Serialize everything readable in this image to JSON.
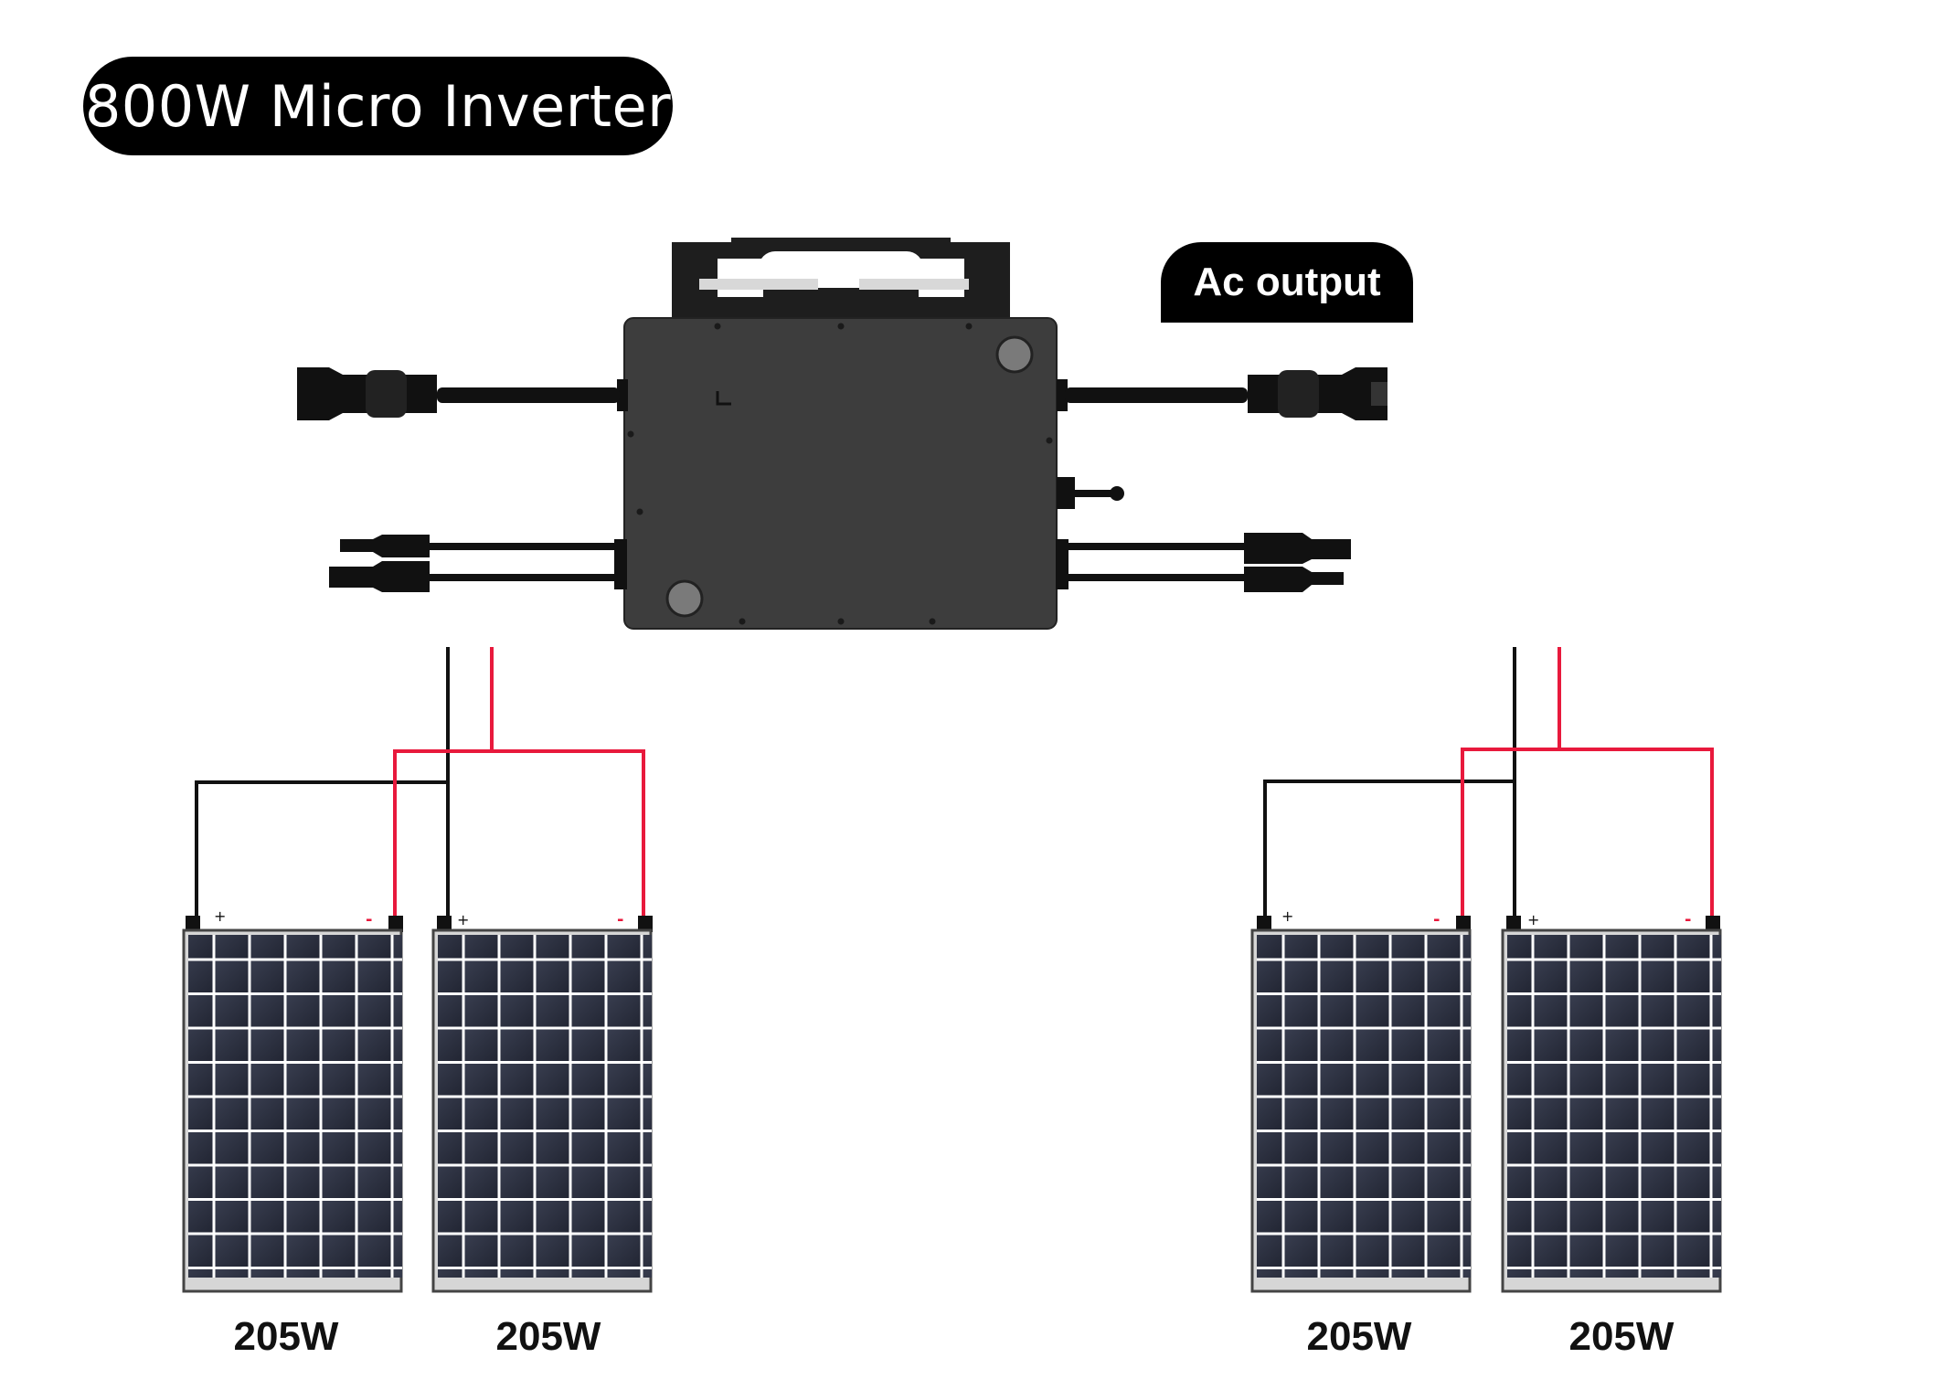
{
  "title": "800W Micro Inverter",
  "ac_label": "Ac output",
  "panels": [
    {
      "label": "205W",
      "plus": "+",
      "minus": "-"
    },
    {
      "label": "205W",
      "plus": "+",
      "minus": "-"
    },
    {
      "label": "205W",
      "plus": "+",
      "minus": "-"
    },
    {
      "label": "205W",
      "plus": "+",
      "minus": "-"
    }
  ],
  "colors": {
    "positive_wire": "#e8193c",
    "negative_wire": "#111111",
    "inverter_body": "#3d3d3d",
    "panel_cell": "#2a2e3d"
  }
}
